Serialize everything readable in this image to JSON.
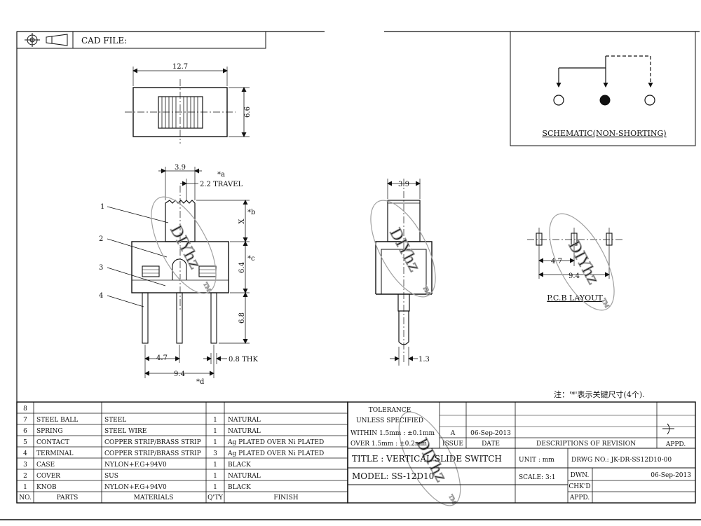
{
  "cad_file_label": "CAD FILE:",
  "schematic": {
    "title": "SCHEMATIC(NON-SHORTING)"
  },
  "pcb": {
    "title": "P.C.B LAYOUT",
    "dim_pitch": "4.7",
    "dim_span": "9.4"
  },
  "top_view": {
    "dim_width": "12.7",
    "dim_height": "6.6"
  },
  "front_view": {
    "dim_knob": "3.9",
    "dim_travel": "2.2 TRAVEL",
    "note_a": "*a",
    "dim_x": "X",
    "note_b": "*b",
    "dim_body": "6.4",
    "note_c": "*c",
    "dim_pin": "6.8",
    "dim_pitch": "4.7",
    "dim_thk": "0.8 THK",
    "dim_span": "9.4",
    "note_d": "*d",
    "callouts": [
      "1",
      "2",
      "3",
      "4"
    ]
  },
  "side_view": {
    "dim_width": "3.9",
    "dim_pin": "1.3"
  },
  "note": "注：'*'表示关键尺寸(4个).",
  "watermark": "DIYhz",
  "watermark_tm": "TM",
  "bom": {
    "headers": {
      "no": "NO.",
      "parts": "PARTS",
      "materials": "MATERIALS",
      "qty": "Q'TY",
      "finish": "FINISH"
    },
    "rows": [
      {
        "no": "8",
        "part": "",
        "material": "",
        "qty": "",
        "finish": ""
      },
      {
        "no": "7",
        "part": "STEEL BALL",
        "material": "STEEL",
        "qty": "1",
        "finish": "NATURAL"
      },
      {
        "no": "6",
        "part": "SPRING",
        "material": "STEEL WIRE",
        "qty": "1",
        "finish": "NATURAL"
      },
      {
        "no": "5",
        "part": "CONTACT",
        "material": "COPPER STRIP/BRASS STRIP",
        "qty": "1",
        "finish": "Ag PLATED OVER Ni PLATED"
      },
      {
        "no": "4",
        "part": "TERMINAL",
        "material": "COPPER STRIP/BRASS STRIP",
        "qty": "3",
        "finish": "Ag PLATED OVER Ni PLATED"
      },
      {
        "no": "3",
        "part": "CASE",
        "material": "NYLON+F.G+94V0",
        "qty": "1",
        "finish": "BLACK"
      },
      {
        "no": "2",
        "part": "COVER",
        "material": "SUS",
        "qty": "1",
        "finish": "NATURAL"
      },
      {
        "no": "1",
        "part": "KNOB",
        "material": "NYLON+F.G+94V0",
        "qty": "1",
        "finish": "BLACK"
      }
    ]
  },
  "title_block": {
    "tolerance": "TOLERANCE",
    "unless": "UNLESS SPECIFIED",
    "within": "WITHIN 1.5mm : ±0.1mm",
    "over": "OVER 1.5mm : ±0.2mm",
    "rev": "A",
    "rev_date": "06-Sep-2013",
    "issue": "ISSUE",
    "date_label": "DATE",
    "desc_rev": "DESCRIPTIONS OF REVISION",
    "appd": "APPD.",
    "title": "TITLE :   VERTICAL SLIDE SWITCH",
    "model": "MODEL:   SS-12D10",
    "unit": "UNIT :   mm",
    "scale": "SCALE:  3:1",
    "drwg": "DRWG NO.:  JK-DR-SS12D10-00",
    "dwn": "DWN.",
    "dwn_date": "06-Sep-2013",
    "chkd": "CHK'D",
    "appd2": "APPD."
  }
}
